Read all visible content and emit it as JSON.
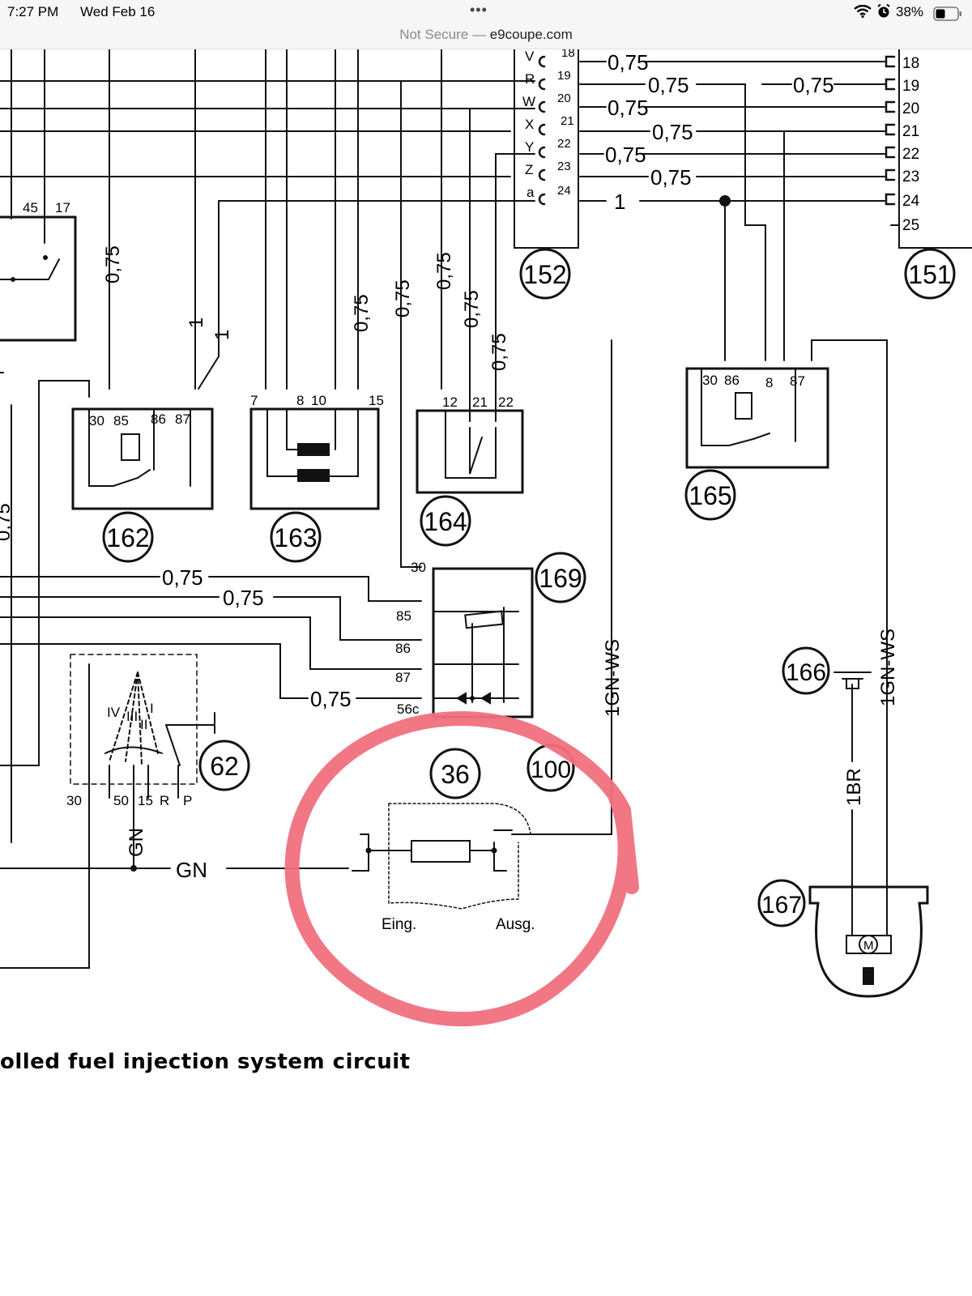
{
  "status_bar": {
    "time": "7:27 PM",
    "date": "Wed Feb 16",
    "battery": "38%",
    "dots": "•••"
  },
  "address_bar": {
    "security": "Not Secure",
    "separator": " — ",
    "domain": "e9coupe.com"
  },
  "figure": {
    "caption": "olled fuel injection system circuit",
    "components": {
      "c151": "151",
      "c152": "152",
      "c162": "162",
      "c163": "163",
      "c164": "164",
      "c165": "165",
      "c166": "166",
      "c167": "167",
      "c169": "169",
      "c62": "62",
      "c36": "36",
      "c100": "100"
    },
    "connector_152_letters": [
      "V",
      "R",
      "W",
      "X",
      "Y",
      "Z",
      "a"
    ],
    "connector_152_pins": [
      "18",
      "19",
      "20",
      "21",
      "22",
      "23",
      "24"
    ],
    "connector_151_pins": [
      "18",
      "19",
      "20",
      "21",
      "22",
      "23",
      "24",
      "25"
    ],
    "top_row_wires": [
      "0,75",
      "0,75",
      "0,75",
      "0,75",
      "0,75",
      "0,75",
      "1"
    ],
    "wire_19_right": "0,75",
    "relay_162_terms": [
      "30",
      "85",
      "86",
      "87"
    ],
    "relay_163_terms": [
      "7",
      "8",
      "10",
      "15"
    ],
    "relay_164_terms": [
      "12",
      "21",
      "22"
    ],
    "relay_165_terms": [
      "30",
      "86",
      "8",
      "87"
    ],
    "relay_169_terms": [
      "30",
      "85",
      "86",
      "87",
      "56c"
    ],
    "switch_62_terms": [
      "30",
      "50",
      "15",
      "R",
      "P"
    ],
    "switch_62_positions": [
      "IV",
      "III",
      "II",
      "I"
    ],
    "corner_terms": [
      "45",
      "17"
    ],
    "vertical_wires": {
      "w1": "0,75",
      "w2": "0,75",
      "w3": "0,75",
      "w4": "0,75",
      "w5": "0,75",
      "w6": "0,75",
      "w7": "1",
      "w8": "1",
      "w9": "0,75",
      "gn_ws_left": "1GN-WS",
      "gn_ws_right": "1GN-WS",
      "br": "1BR",
      "gn_v": "GN"
    },
    "horizontal_wires": {
      "h1": "0,75",
      "h2": "0,75",
      "h3": "0,75",
      "gn": "GN"
    },
    "unit_36": {
      "input": "Eing.",
      "output": "Ausg."
    },
    "motor": "M"
  },
  "colors": {
    "annotation": "#f0707e",
    "ink": "#111111",
    "chrome": "#f6f6f6"
  },
  "icons": {
    "wifi": "wifi-icon",
    "alarm": "alarm-icon",
    "battery": "battery-icon"
  }
}
